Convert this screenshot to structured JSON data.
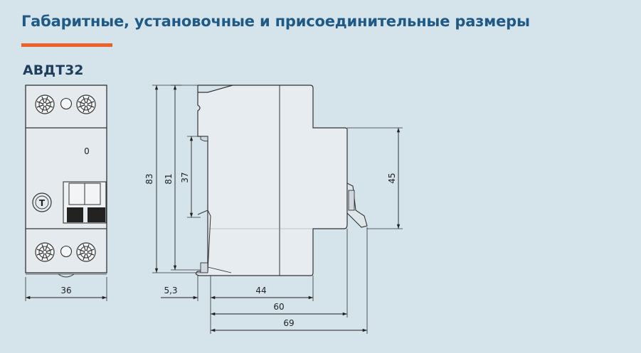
{
  "page": {
    "title": "Габаритные, установочные и присоединительные размеры",
    "model": "АВДТ32",
    "accent_color": "#e9622a",
    "title_color": "#1f5a87",
    "background": "#d5e3ea"
  },
  "front_view": {
    "switch_position_mark": "0",
    "test_button_symbol": "T",
    "terminal_icon": "screw-terminal-icon",
    "width_dimension": "36"
  },
  "side_view": {
    "dimensions": {
      "total_height": "83",
      "body_height": "81",
      "rail_clip_height": "37",
      "front_protrusion_height": "45",
      "rail_offset": "5,3",
      "depth_to_step": "44",
      "depth_to_front": "60",
      "depth_total": "69"
    }
  }
}
